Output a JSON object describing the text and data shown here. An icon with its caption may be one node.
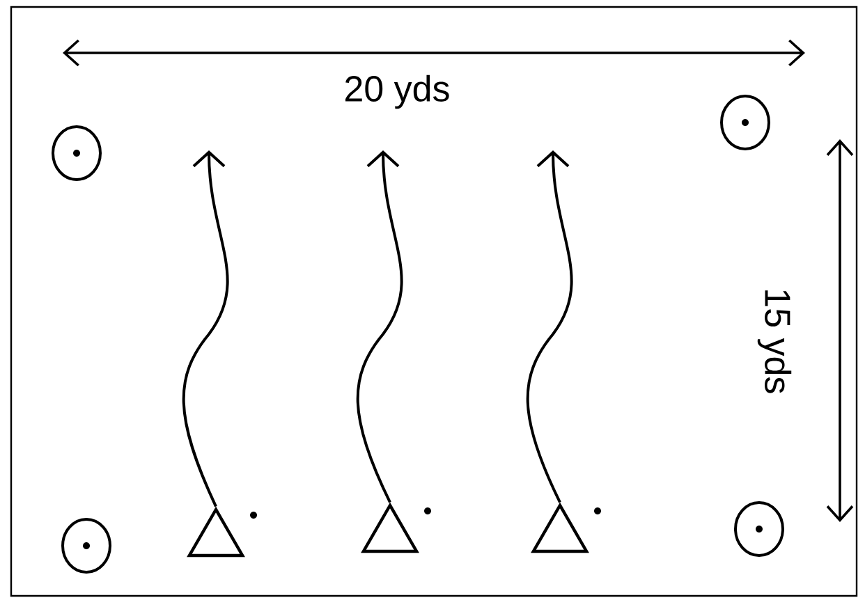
{
  "diagram": {
    "nodes": [
      {
        "text": [],
        "shape": "triangle"
      },
      {
        "text": [],
        "shape": "triangle"
      },
      {
        "text": [],
        "shape": "triangle"
      }
    ],
    "edges": [
      {
        "from": 0,
        "to": null,
        "arrow": "to"
      },
      {
        "from": 1,
        "to": null,
        "arrow": "to"
      },
      {
        "from": 2,
        "to": null,
        "arrow": "to"
      }
    ],
    "labels": [
      "20 yds",
      "15 yds"
    ]
  }
}
